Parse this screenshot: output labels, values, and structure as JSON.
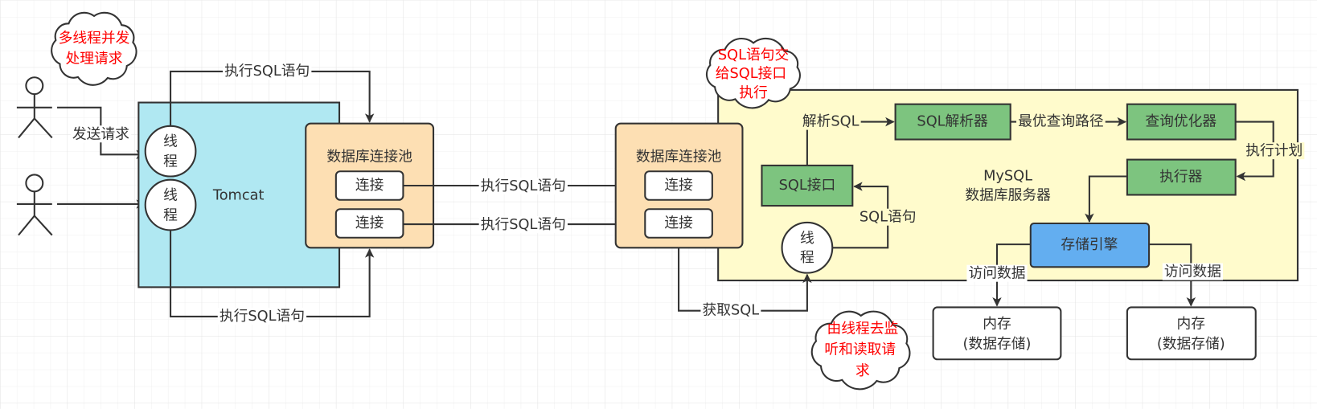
{
  "colors": {
    "stroke": "#333333",
    "note_text": "#ff0000",
    "tomcat_fill": "#b0e8f2",
    "pool_fill": "#fddfb3",
    "mysql_fill": "#fffbcc",
    "component_fill": "#7dc47f",
    "storage_fill": "#63aef0",
    "node_fill": "#ffffff",
    "page_bg": "#ffffff"
  },
  "notes": {
    "concurrency": [
      "多线程并发",
      "处理请求"
    ],
    "sql_handoff": [
      "SQL语句交",
      "给SQL接口",
      "执行"
    ],
    "thread_listen": [
      "由线程去监",
      "听和读取请",
      "求"
    ]
  },
  "tomcat": {
    "label": "Tomcat",
    "threads": [
      [
        "线",
        "程"
      ],
      [
        "线",
        "程"
      ]
    ]
  },
  "client_pool": {
    "label": "数据库连接池",
    "connections": [
      "连接",
      "连接"
    ]
  },
  "server_pool": {
    "label": "数据库连接池",
    "connections": [
      "连接",
      "连接"
    ]
  },
  "mysql": {
    "title": "MySQL",
    "subtitle": "数据库服务器",
    "sql_interface": "SQL接口",
    "parser": "SQL解析器",
    "optimizer": "查询优化器",
    "executor": "执行器",
    "storage_engine": "存储引擎",
    "thread": [
      "线",
      "程"
    ],
    "memory": [
      {
        "title": "内存",
        "detail": "(数据存储)"
      },
      {
        "title": "内存",
        "detail": "(数据存储)"
      }
    ]
  },
  "edges": {
    "send_request": "发送请求",
    "thread_to_pool_top": "执行SQL语句",
    "thread_to_pool_bottom": "执行SQL语句",
    "connection_1": "执行SQL语句",
    "connection_2": "执行SQL语句",
    "fetch_sql": "获取SQL",
    "thread_to_interface": "SQL语句",
    "parse_sql": "解析SQL",
    "best_path": "最优查询路径",
    "exec_plan": "执行计划",
    "access_left": "访问数据",
    "access_right": "访问数据"
  }
}
